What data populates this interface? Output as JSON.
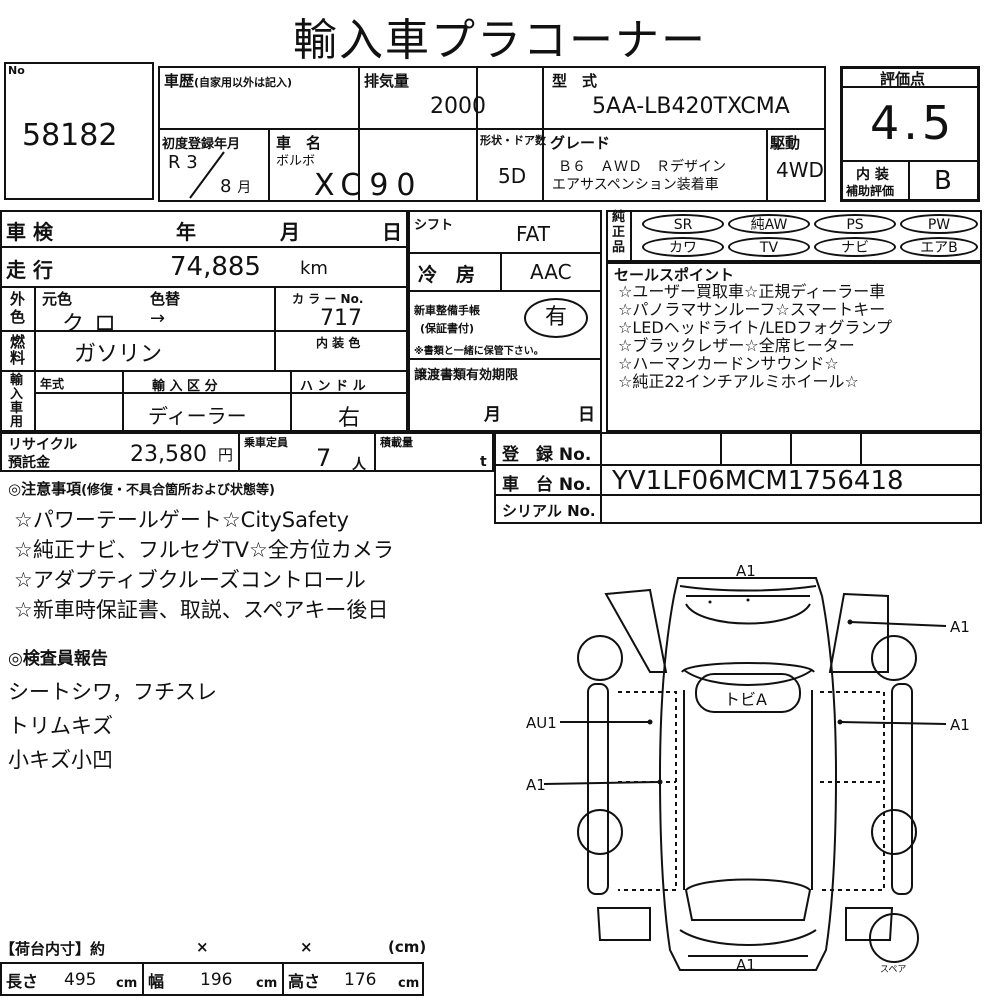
{
  "title": "輸入車プラコーナー",
  "lot": {
    "label": "No",
    "value": "58182"
  },
  "history": {
    "label": "車歴",
    "sub": "(自家用以外は記入)"
  },
  "displacement": {
    "label": "排気量",
    "value": "2000"
  },
  "model": {
    "label": "型　式",
    "value": "5AA-LB420TXCMA"
  },
  "score": {
    "label": "評価点",
    "value": "4.5",
    "interior_label_1": "内 装",
    "interior_label_2": "補助評価",
    "interior_value": "B"
  },
  "first_reg": {
    "label": "初度登録年月",
    "era": "R",
    "year": "3",
    "month": "8",
    "month_unit": "月"
  },
  "car_name": {
    "label": "車　名",
    "maker": "ボルボ",
    "value": "XC90"
  },
  "body": {
    "label": "形状・ドア数",
    "value": "5D"
  },
  "grade": {
    "label": "グレード",
    "line1": "Ｂ６　ＡＷＤ　Ｒデザイン",
    "line2": "エアサスペンション装着車"
  },
  "drive": {
    "label": "駆動",
    "value": "4WD"
  },
  "inspection": {
    "label": "車 検",
    "y": "年",
    "m": "月",
    "d": "日"
  },
  "shift": {
    "label": "シフト",
    "value": "FAT"
  },
  "ac": {
    "label": "冷　房",
    "value": "AAC"
  },
  "equipment": {
    "label": "純正品",
    "items": [
      "SR",
      "純AW",
      "PS",
      "PW",
      "カワ",
      "TV",
      "ナビ",
      "エアB"
    ]
  },
  "mileage": {
    "label": "走 行",
    "value": "74,885",
    "unit": "km"
  },
  "color": {
    "label": "外色",
    "orig_label": "元色",
    "change_label": "色替",
    "orig": "クロ",
    "arrow": "→",
    "color_no_label": "カ ラ ー No.",
    "color_no": "717",
    "interior_label": "内 装 色"
  },
  "warranty": {
    "label1": "新車整備手帳",
    "label2": "(保証書付)",
    "value": "有",
    "note": "※書類と一緒に保管下さい。"
  },
  "fuel": {
    "label": "燃料",
    "value": "ガソリン"
  },
  "import": {
    "label": "輸入車用",
    "year_label": "年式",
    "cat_label": "輸 入 区 分",
    "cat_value": "ディーラー",
    "handle_label": "ハ ン ド ル",
    "handle_value": "右"
  },
  "transfer": {
    "label": "譲渡書類有効期限",
    "m": "月",
    "d": "日"
  },
  "recycle": {
    "label1": "リサイクル",
    "label2": "預託金",
    "value": "23,580",
    "unit": "円"
  },
  "capacity": {
    "label": "乗車定員",
    "value": "7",
    "unit": "人"
  },
  "load": {
    "label": "積載量",
    "unit": "t"
  },
  "registration": {
    "reg_label": "登　録 No.",
    "chassis_label": "車　台 No.",
    "chassis_value": "YV1LF06MCM1756418",
    "serial_label": "シリアル No."
  },
  "sales_points": {
    "label": "セールスポイント",
    "items": [
      "☆ユーザー買取車☆正規ディーラー車",
      "☆パノラマサンルーフ☆スマートキー",
      "☆LEDヘッドライト/LEDフォグランプ",
      "☆ブラックレザー☆全席ヒーター",
      "☆ハーマンカードンサウンド☆",
      "☆純正22インチアルミホイール☆"
    ]
  },
  "notes": {
    "label": "◎注意事項",
    "sub": "(修復・不具合箇所および状態等)",
    "items": [
      "☆パワーテールゲート☆CitySafety",
      "☆純正ナビ、フルセグTV☆全方位カメラ",
      "☆アダプティブクルーズコントロール",
      "☆新車時保証書、取説、スペアキー後日"
    ]
  },
  "inspector": {
    "label": "◎検査員報告",
    "items": [
      "シートシワ，フチスレ",
      "トリムキズ",
      "小キズ小凹"
    ]
  },
  "diagram": {
    "top": "A1",
    "bottom": "A1",
    "right_front": "A1",
    "right_mid": "A1",
    "left_mid": "AU1",
    "left_rear": "A1",
    "roof": "トビA",
    "spare": "スペア"
  },
  "cargo": {
    "label": "【荷台内寸】約",
    "x": "×",
    "unit": "(cm)",
    "len_label": "長さ",
    "len": "495",
    "wid_label": "幅",
    "wid": "196",
    "hei_label": "高さ",
    "hei": "176",
    "cm": "cm"
  }
}
